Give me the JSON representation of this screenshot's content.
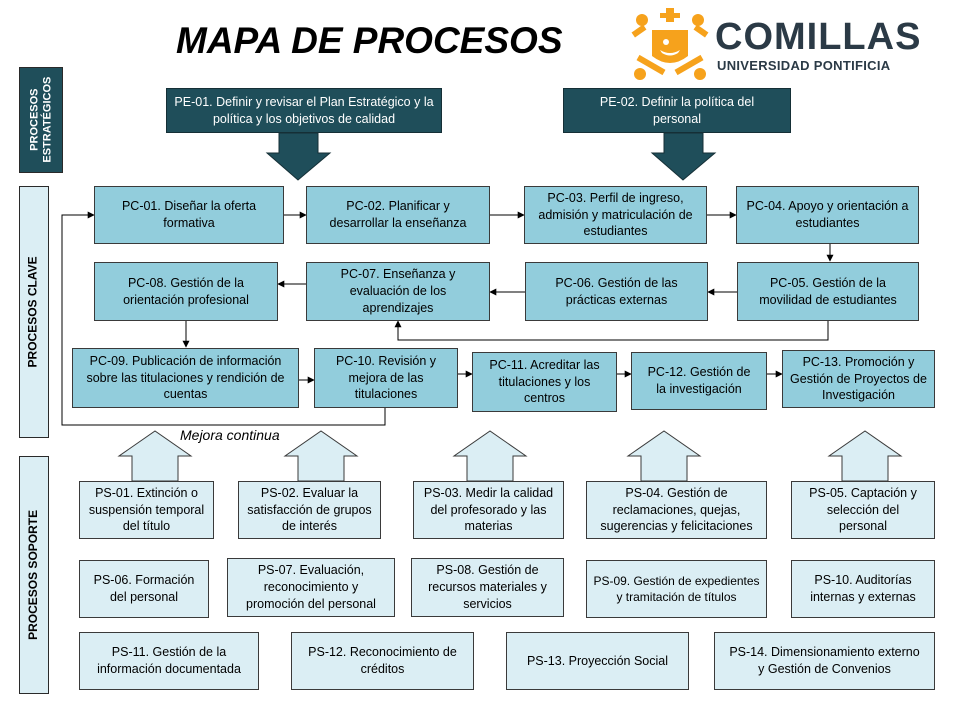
{
  "title": "MAPA DE PROCESOS",
  "logo": {
    "name": "COMILLAS",
    "subtitle": "UNIVERSIDAD PONTIFICIA",
    "color_orange": "#f6a21c",
    "color_text": "#2b3a46"
  },
  "bands": {
    "estrategicos": "PROCESOS ESTRATÉGICOS",
    "clave": "PROCESOS CLAVE",
    "soporte": "PROCESOS SOPORTE"
  },
  "colors": {
    "dark": "#1f4e5a",
    "clave": "#92cddc",
    "soporte": "#dbeef4"
  },
  "pe": {
    "pe01": "PE-01. Definir y revisar el Plan Estratégico y la política y los objetivos de calidad",
    "pe02": "PE-02. Definir la política del personal"
  },
  "pc": {
    "pc01": "PC-01. Diseñar la oferta formativa",
    "pc02": "PC-02. Planificar y desarrollar la enseñanza",
    "pc03": "PC-03. Perfil de ingreso, admisión y matriculación de estudiantes",
    "pc04": "PC-04. Apoyo y orientación a estudiantes",
    "pc05": "PC-05. Gestión de la movilidad de estudiantes",
    "pc06": "PC-06. Gestión de las prácticas externas",
    "pc07": "PC-07. Enseñanza y evaluación de los aprendizajes",
    "pc08": "PC-08. Gestión de la orientación profesional",
    "pc09": "PC-09. Publicación de información sobre las titulaciones y rendición de cuentas",
    "pc10": "PC-10. Revisión y mejora de las titulaciones",
    "pc11": "PC-11. Acreditar las titulaciones y los centros",
    "pc12": "PC-12. Gestión de la investigación",
    "pc13": "PC-13. Promoción y Gestión de Proyectos de Investigación"
  },
  "mejora": "Mejora continua",
  "ps": {
    "ps01": "PS-01. Extinción o suspensión temporal del título",
    "ps02": "PS-02. Evaluar la satisfacción de grupos de interés",
    "ps03": "PS-03. Medir la calidad del profesorado y las materias",
    "ps04": "PS-04. Gestión de reclamaciones, quejas, sugerencias y felicitaciones",
    "ps05": "PS-05. Captación y selección del personal",
    "ps06": "PS-06. Formación del personal",
    "ps07": "PS-07. Evaluación, reconocimiento y promoción del personal",
    "ps08": "PS-08. Gestión de recursos materiales y servicios",
    "ps09": "PS-09. Gestión de expedientes y tramitación de títulos",
    "ps10": "PS-10. Auditorías internas y externas",
    "ps11": "PS-11. Gestión de la información documentada",
    "ps12": "PS-12. Reconocimiento de créditos",
    "ps13": "PS-13. Proyección Social",
    "ps14": "PS-14. Dimensionamiento externo y Gestión de Convenios"
  }
}
